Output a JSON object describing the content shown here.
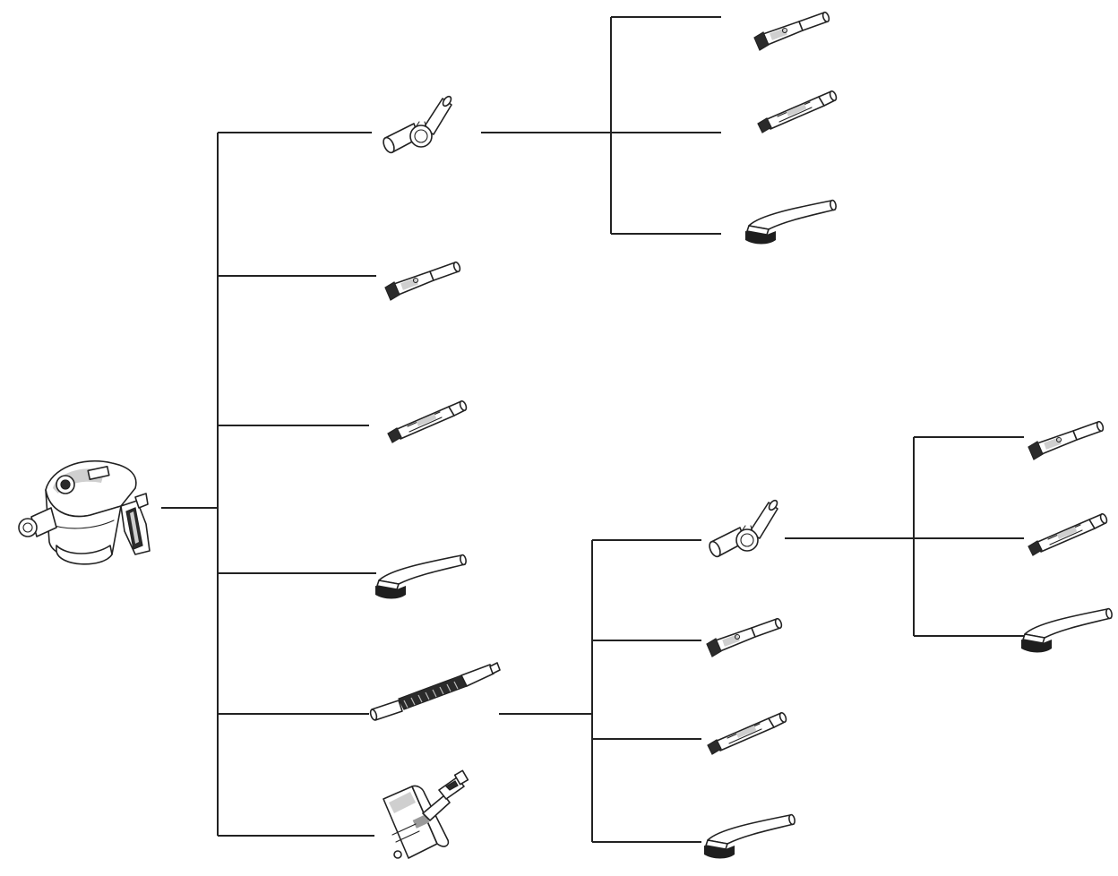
{
  "diagram": {
    "root": {
      "part": "vacuum-main-unit",
      "icon": "vacuum-body-icon"
    },
    "branches": [
      {
        "part": "angle-adapter",
        "icon": "angle-adapter-icon",
        "children": [
          {
            "part": "dusting-brush",
            "icon": "dusting-brush-icon"
          },
          {
            "part": "crevice-tool",
            "icon": "crevice-tool-icon"
          },
          {
            "part": "upholstery-brush",
            "icon": "upholstery-brush-icon"
          }
        ]
      },
      {
        "part": "dusting-brush",
        "icon": "dusting-brush-icon"
      },
      {
        "part": "crevice-tool",
        "icon": "crevice-tool-icon"
      },
      {
        "part": "upholstery-brush",
        "icon": "upholstery-brush-icon"
      },
      {
        "part": "extension-hose",
        "icon": "extension-hose-icon",
        "children": [
          {
            "part": "angle-adapter",
            "icon": "angle-adapter-icon",
            "children": [
              {
                "part": "dusting-brush",
                "icon": "dusting-brush-icon"
              },
              {
                "part": "crevice-tool",
                "icon": "crevice-tool-icon"
              },
              {
                "part": "upholstery-brush",
                "icon": "upholstery-brush-icon"
              }
            ]
          },
          {
            "part": "dusting-brush",
            "icon": "dusting-brush-icon"
          },
          {
            "part": "crevice-tool",
            "icon": "crevice-tool-icon"
          },
          {
            "part": "upholstery-brush",
            "icon": "upholstery-brush-icon"
          }
        ]
      },
      {
        "part": "motorized-floor-brush",
        "icon": "motorized-brush-icon"
      }
    ]
  },
  "colors": {
    "line": "#222222",
    "fill_light": "#cfcfcf",
    "fill_mid": "#9a9a9a",
    "fill_dark": "#2b2b2b"
  }
}
